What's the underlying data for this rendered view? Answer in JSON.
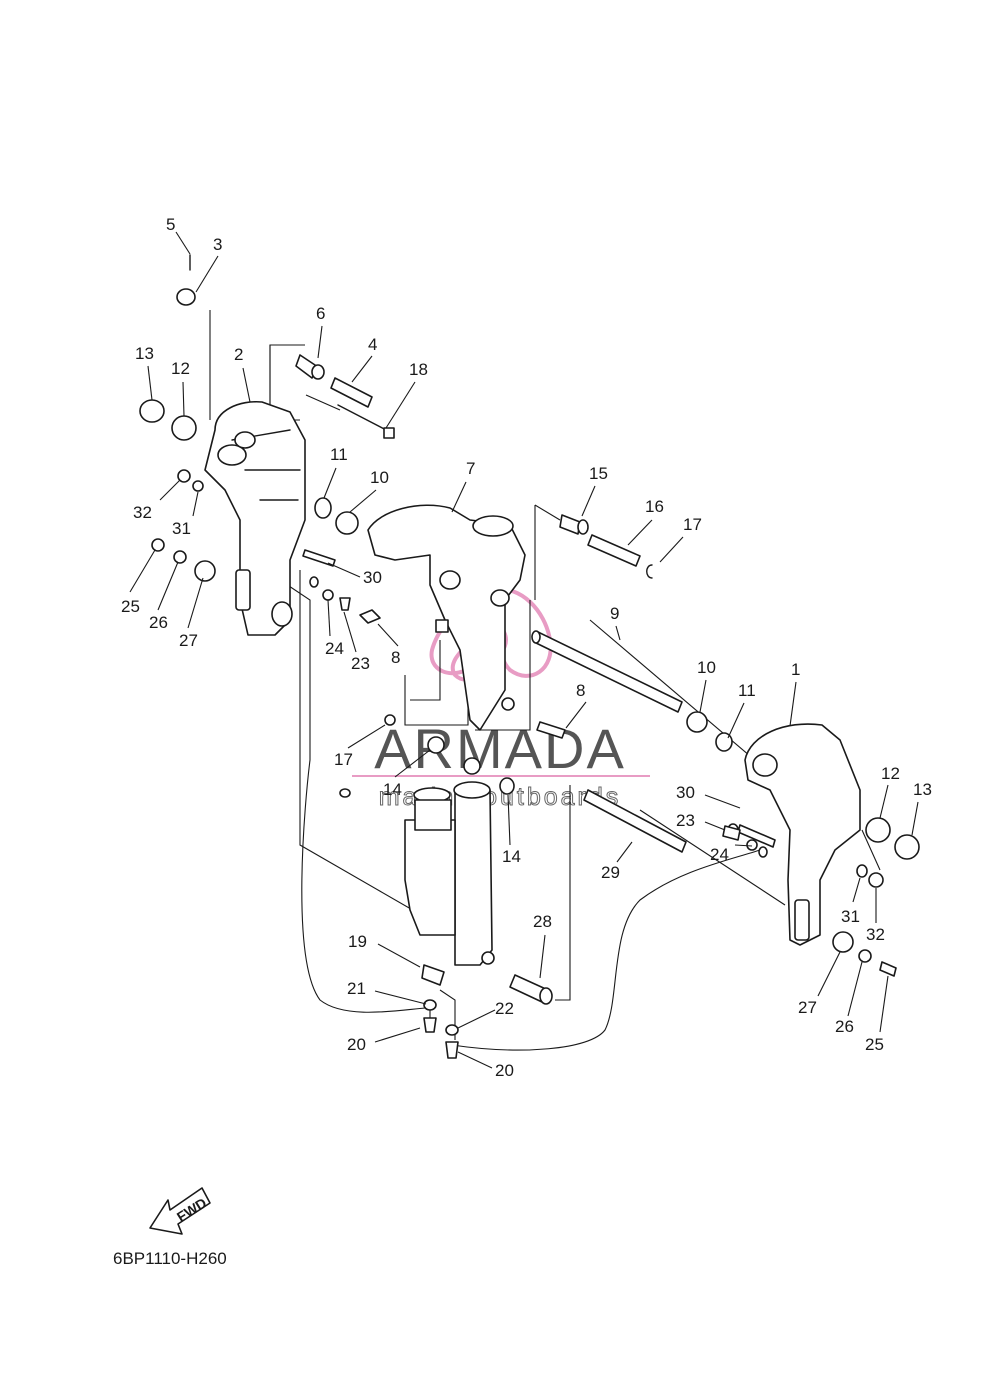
{
  "diagram_code": "6BP1110-H260",
  "fwd_label": "FWD",
  "watermark": {
    "brand": "ARMADA",
    "tagline": "marine outboards",
    "brand_color": "#e89cc4"
  },
  "callouts": [
    {
      "id": "c1",
      "text": "1"
    },
    {
      "id": "c2",
      "text": "2"
    },
    {
      "id": "c3",
      "text": "3"
    },
    {
      "id": "c4",
      "text": "4"
    },
    {
      "id": "c5",
      "text": "5"
    },
    {
      "id": "c6",
      "text": "6"
    },
    {
      "id": "c7",
      "text": "7"
    },
    {
      "id": "c8a",
      "text": "8"
    },
    {
      "id": "c8b",
      "text": "8"
    },
    {
      "id": "c9",
      "text": "9"
    },
    {
      "id": "c10a",
      "text": "10"
    },
    {
      "id": "c10b",
      "text": "10"
    },
    {
      "id": "c11a",
      "text": "11"
    },
    {
      "id": "c11b",
      "text": "11"
    },
    {
      "id": "c12a",
      "text": "12"
    },
    {
      "id": "c12b",
      "text": "12"
    },
    {
      "id": "c13a",
      "text": "13"
    },
    {
      "id": "c13b",
      "text": "13"
    },
    {
      "id": "c14a",
      "text": "14"
    },
    {
      "id": "c14b",
      "text": "14"
    },
    {
      "id": "c15",
      "text": "15"
    },
    {
      "id": "c16",
      "text": "16"
    },
    {
      "id": "c17a",
      "text": "17"
    },
    {
      "id": "c17b",
      "text": "17"
    },
    {
      "id": "c18",
      "text": "18"
    },
    {
      "id": "c19",
      "text": "19"
    },
    {
      "id": "c20a",
      "text": "20"
    },
    {
      "id": "c20b",
      "text": "20"
    },
    {
      "id": "c21",
      "text": "21"
    },
    {
      "id": "c22",
      "text": "22"
    },
    {
      "id": "c23a",
      "text": "23"
    },
    {
      "id": "c23b",
      "text": "23"
    },
    {
      "id": "c24a",
      "text": "24"
    },
    {
      "id": "c24b",
      "text": "24"
    },
    {
      "id": "c25a",
      "text": "25"
    },
    {
      "id": "c25b",
      "text": "25"
    },
    {
      "id": "c26a",
      "text": "26"
    },
    {
      "id": "c26b",
      "text": "26"
    },
    {
      "id": "c27a",
      "text": "27"
    },
    {
      "id": "c27b",
      "text": "27"
    },
    {
      "id": "c28",
      "text": "28"
    },
    {
      "id": "c29",
      "text": "29"
    },
    {
      "id": "c30a",
      "text": "30"
    },
    {
      "id": "c30b",
      "text": "30"
    },
    {
      "id": "c31a",
      "text": "31"
    },
    {
      "id": "c31b",
      "text": "31"
    },
    {
      "id": "c32a",
      "text": "32"
    },
    {
      "id": "c32b",
      "text": "32"
    }
  ]
}
